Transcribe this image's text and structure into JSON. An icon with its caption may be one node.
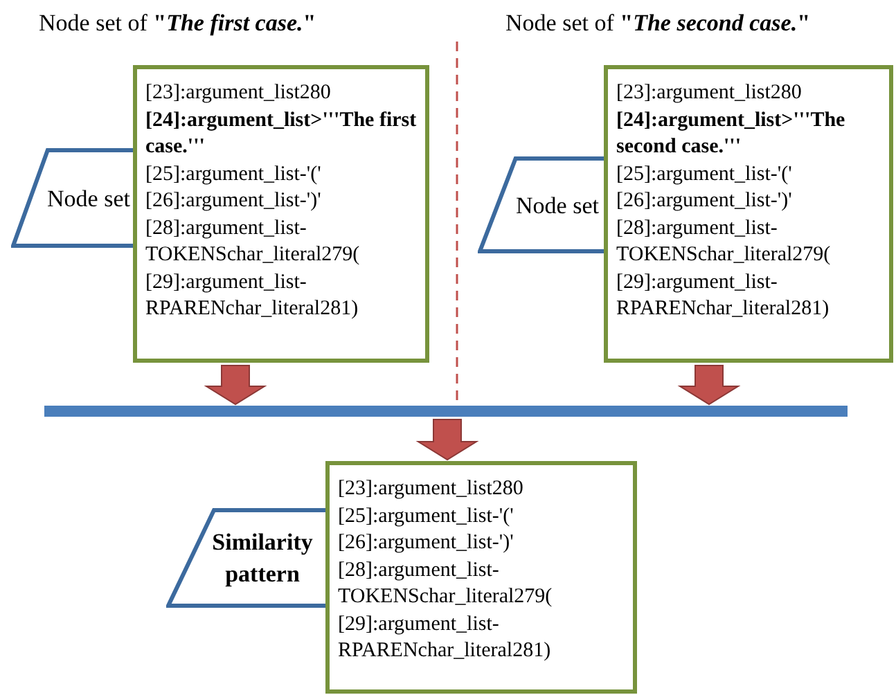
{
  "diagram": {
    "nodes": [
      {
        "text": [
          "Node set"
        ]
      },
      {
        "text": [
          "[23]:argument_list280",
          "**[24]:argument_list>'''The first case.'''**",
          "[25]:argument_list-'('",
          "[26]:argument_list-')'",
          "[28]:argument_list-TOKENSchar_literal279(",
          "[29]:argument_list-RPARENchar_literal281)"
        ]
      },
      {
        "text": [
          "Node set"
        ]
      },
      {
        "text": [
          "[23]:argument_list280",
          "**[24]:argument_list>'''The second case.'''**",
          "[25]:argument_list-'('",
          "[26]:argument_list-')'",
          "[28]:argument_list-TOKENSchar_literal279(",
          "[29]:argument_list-RPARENchar_literal281)"
        ]
      },
      {
        "text": [],
        "shape": "bar"
      },
      {
        "text": [
          "**Similarity pattern**"
        ]
      },
      {
        "text": [
          "[23]:argument_list280",
          "[25]:argument_list-'('",
          "[26]:argument_list-')'",
          "[28]:argument_list-TOKENSchar_literal279(",
          "[29]:argument_list-RPARENchar_literal281)"
        ]
      }
    ],
    "edges": [
      {
        "from": 1,
        "to": 4,
        "arrow": "to",
        "style": "thick"
      },
      {
        "from": 3,
        "to": 4,
        "arrow": "to",
        "style": "thick"
      },
      {
        "from": 4,
        "to": 6,
        "arrow": "to",
        "style": "thick"
      }
    ],
    "labels": [
      "Node set of **\"*The first case.*\"**",
      "Node set of **\"*The second case.*\"**"
    ]
  }
}
